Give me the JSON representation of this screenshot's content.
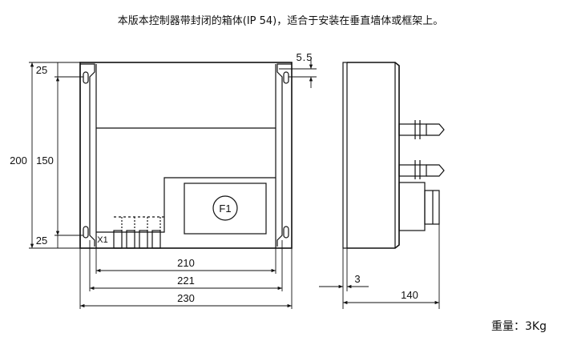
{
  "caption": "本版本控制器带封闭的箱体(IP 54)，适合于安装在垂直墙体或框架上。",
  "weight_label": "重量：3Kg",
  "front_view": {
    "fuse_label": "F1",
    "terminal_label": "X1"
  },
  "dimensions": {
    "top_offset": "25",
    "bottom_offset": "25",
    "overall_height": "200",
    "inner_height": "150",
    "slot_width": "5.5",
    "width_210": "210",
    "width_221": "221",
    "width_230": "230",
    "wall_gap": "3",
    "depth": "140"
  }
}
